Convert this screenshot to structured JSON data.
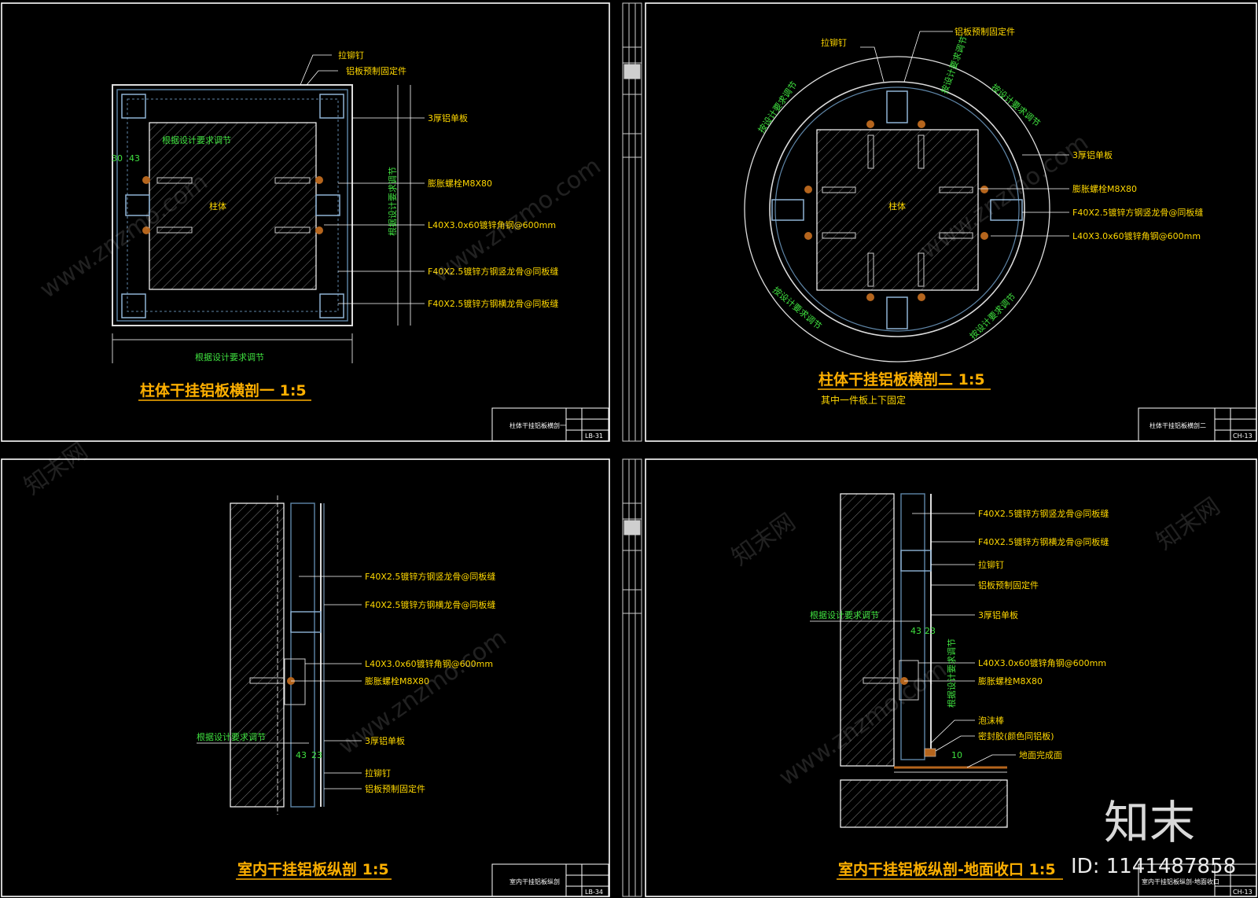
{
  "panels": {
    "p1": {
      "title": "柱体干挂铝板横剖一 1:5",
      "title_block": "柱体干挂铝板横剖一",
      "dwg_no": "LB-31",
      "labels": {
        "rivet": "拉铆钉",
        "fixing": "铝板预制固定件",
        "plate": "3厚铝单板",
        "bolt": "膨胀螺栓M8X80",
        "angle": "L40X3.0x60镀锌角钢@600mm",
        "tube_v": "F40X2.5镀锌方钢竖龙骨@同板缝",
        "tube_h": "F40X2.5镀锌方钢横龙骨@同板缝",
        "column": "柱体",
        "adjust_bottom": "根据设计要求调节",
        "adjust_left": "根据设计要求调节",
        "adjust_right": "根据设计要求调节",
        "dim_a": "30",
        "dim_b": "43"
      }
    },
    "p2": {
      "title": "柱体干挂铝板横剖二 1:5",
      "subtitle": "其中一件板上下固定",
      "title_block": "柱体干挂铝板横剖二",
      "dwg_no": "CH-13",
      "labels": {
        "rivet": "拉铆钉",
        "fixing": "铝板预制固定件",
        "plate": "3厚铝单板",
        "bolt": "膨胀螺栓M8X80",
        "tube": "F40X2.5镀锌方钢竖龙骨@同板缝",
        "angle": "L40X3.0x60镀锌角钢@600mm",
        "column": "柱体",
        "arc1": "按设计要求调节",
        "arc2": "按设计要求调节",
        "arc3": "按设计要求调节",
        "arc4": "按设计要求调节",
        "arc5": "按设计要求调节"
      }
    },
    "p3": {
      "title": "室内干挂铝板纵剖 1:5",
      "title_block": "室内干挂铝板纵剖",
      "dwg_no": "LB-34",
      "labels": {
        "tube_v": "F40X2.5镀锌方钢竖龙骨@同板缝",
        "tube_h": "F40X2.5镀锌方钢横龙骨@同板缝",
        "angle": "L40X3.0x60镀锌角钢@600mm",
        "bolt": "膨胀螺栓M8X80",
        "adjust": "根据设计要求调节",
        "plate": "3厚铝单板",
        "rivet": "拉铆钉",
        "fixing": "铝板预制固定件",
        "dim_a": "43",
        "dim_b": "23"
      }
    },
    "p4": {
      "title": "室内干挂铝板纵剖-地面收口 1:5",
      "title_block": "室内干挂铝板纵剖-地面收口",
      "dwg_no": "CH-13",
      "labels": {
        "tube_v": "F40X2.5镀锌方钢竖龙骨@同板缝",
        "tube_h": "F40X2.5镀锌方钢横龙骨@同板缝",
        "rivet": "拉铆钉",
        "fixing": "铝板预制固定件",
        "plate": "3厚铝单板",
        "angle": "L40X3.0x60镀锌角钢@600mm",
        "bolt": "膨胀螺栓M8X80",
        "foam": "泡沫棒",
        "sealant": "密封胶(颜色同铝板)",
        "floor": "地面完成面",
        "adjust": "根据设计要求调节",
        "adjust_v": "根据设计要求调节",
        "dim_a": "43",
        "dim_b": "23",
        "dim_c": "10"
      }
    }
  },
  "watermark": {
    "site": "www.znzmo.com",
    "cn": "知末网",
    "logo": "知末",
    "id": "ID: 1141487858"
  },
  "colors": {
    "frame": "#ffffff",
    "annotation": "#ffd800",
    "annotation_green": "#3fe03f",
    "title": "#ffb000",
    "keel": "#5f86a8",
    "hatch": "#9a9a9a",
    "anchor": "#b5651d"
  }
}
